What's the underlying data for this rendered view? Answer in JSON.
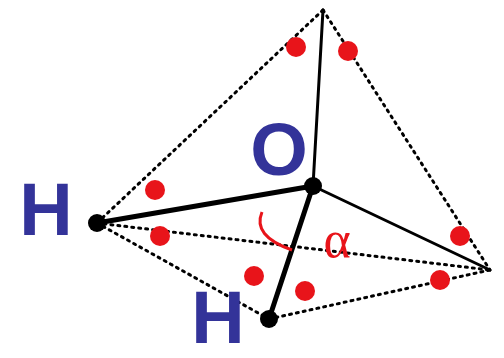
{
  "diagram": {
    "labels": [
      "O",
      "H",
      "H",
      "α"
    ]
  }
}
